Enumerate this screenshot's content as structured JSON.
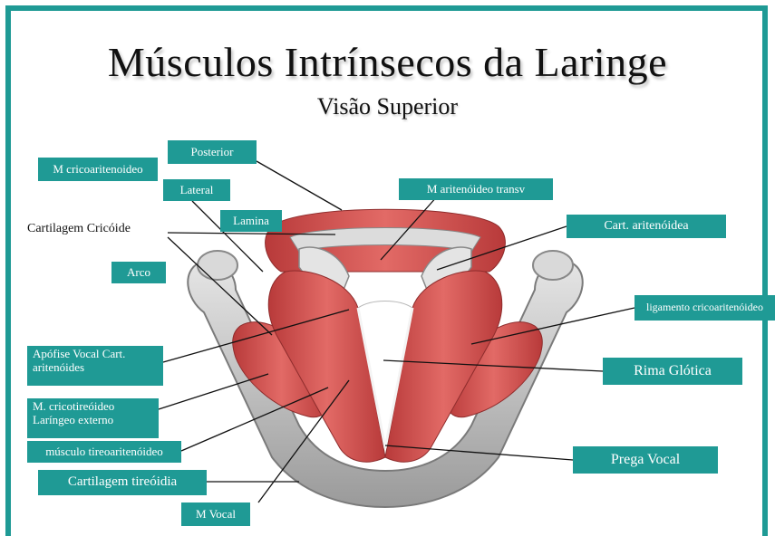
{
  "title": "Músculos Intrínsecos da Laringe",
  "subtitle": "Visão Superior",
  "labels": {
    "m_cricoaritenoideo": "M cricoaritenoideo",
    "posterior": "Posterior",
    "lateral": "Lateral",
    "lamina": "Lamina",
    "cartilagem_cricoide": "Cartilagem Cricóide",
    "arco": "Arco",
    "m_aritenoideo_transv": "M aritenóideo transv",
    "cart_aritenoidea": "Cart. aritenóidea",
    "ligamento_cricoaritenoideo": "ligamento cricoaritenóideo",
    "apofise_vocal_line1": "Apófise Vocal Cart.",
    "apofise_vocal_line2": "aritenóides",
    "m_cricotireoideo_line1": "M. cricotireóideo",
    "m_cricotireoideo_line2": "Laríngeo externo",
    "musculo_tireoaritenoideo": "músculo tireoaritenóideo",
    "cartilagem_tireoidia": "Cartilagem tireóidia",
    "m_vocal": "M Vocal",
    "rima_glotica": "Rima Glótica",
    "prega_vocal": "Prega Vocal"
  },
  "colors": {
    "frame": "#1f9a95",
    "label_bg": "#1f9a95",
    "muscle": "#d2504e",
    "cartilage": "#c8c8c8"
  }
}
